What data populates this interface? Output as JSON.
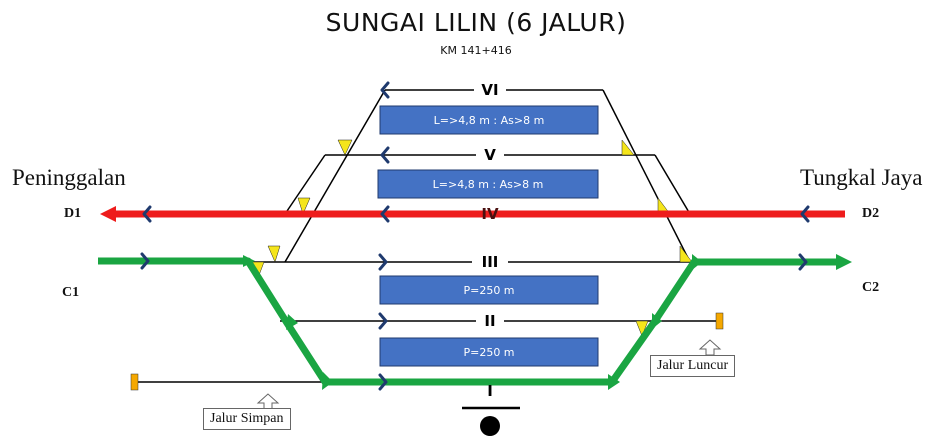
{
  "title": "SUNGAI LILIN (6 JALUR)",
  "subtitle": "KM 141+416",
  "stations": {
    "left": "Peninggalan",
    "right": "Tungkal Jaya"
  },
  "ends": {
    "d1": "D1",
    "d2": "D2",
    "c1": "C1",
    "c2": "C2"
  },
  "tracks": [
    {
      "label": "VI"
    },
    {
      "label": "V"
    },
    {
      "label": "IV"
    },
    {
      "label": "III"
    },
    {
      "label": "II"
    },
    {
      "label": "I"
    }
  ],
  "platform_boxes": [
    {
      "text": "L=>4,8 m : As>8 m"
    },
    {
      "text": "L=>4,8 m : As>8 m"
    },
    {
      "text": "P=250 m"
    },
    {
      "text": "P=250 m"
    }
  ],
  "notes": {
    "siding": "Jalur Simpan",
    "runoff": "Jalur Luncur"
  },
  "colors": {
    "red_route": "#ee1c1c",
    "green_route": "#1aa542",
    "platform": "#4472c4",
    "chevron": "#1f3a6e",
    "marker": "#f5e51b",
    "buffer": "#f5a800"
  }
}
